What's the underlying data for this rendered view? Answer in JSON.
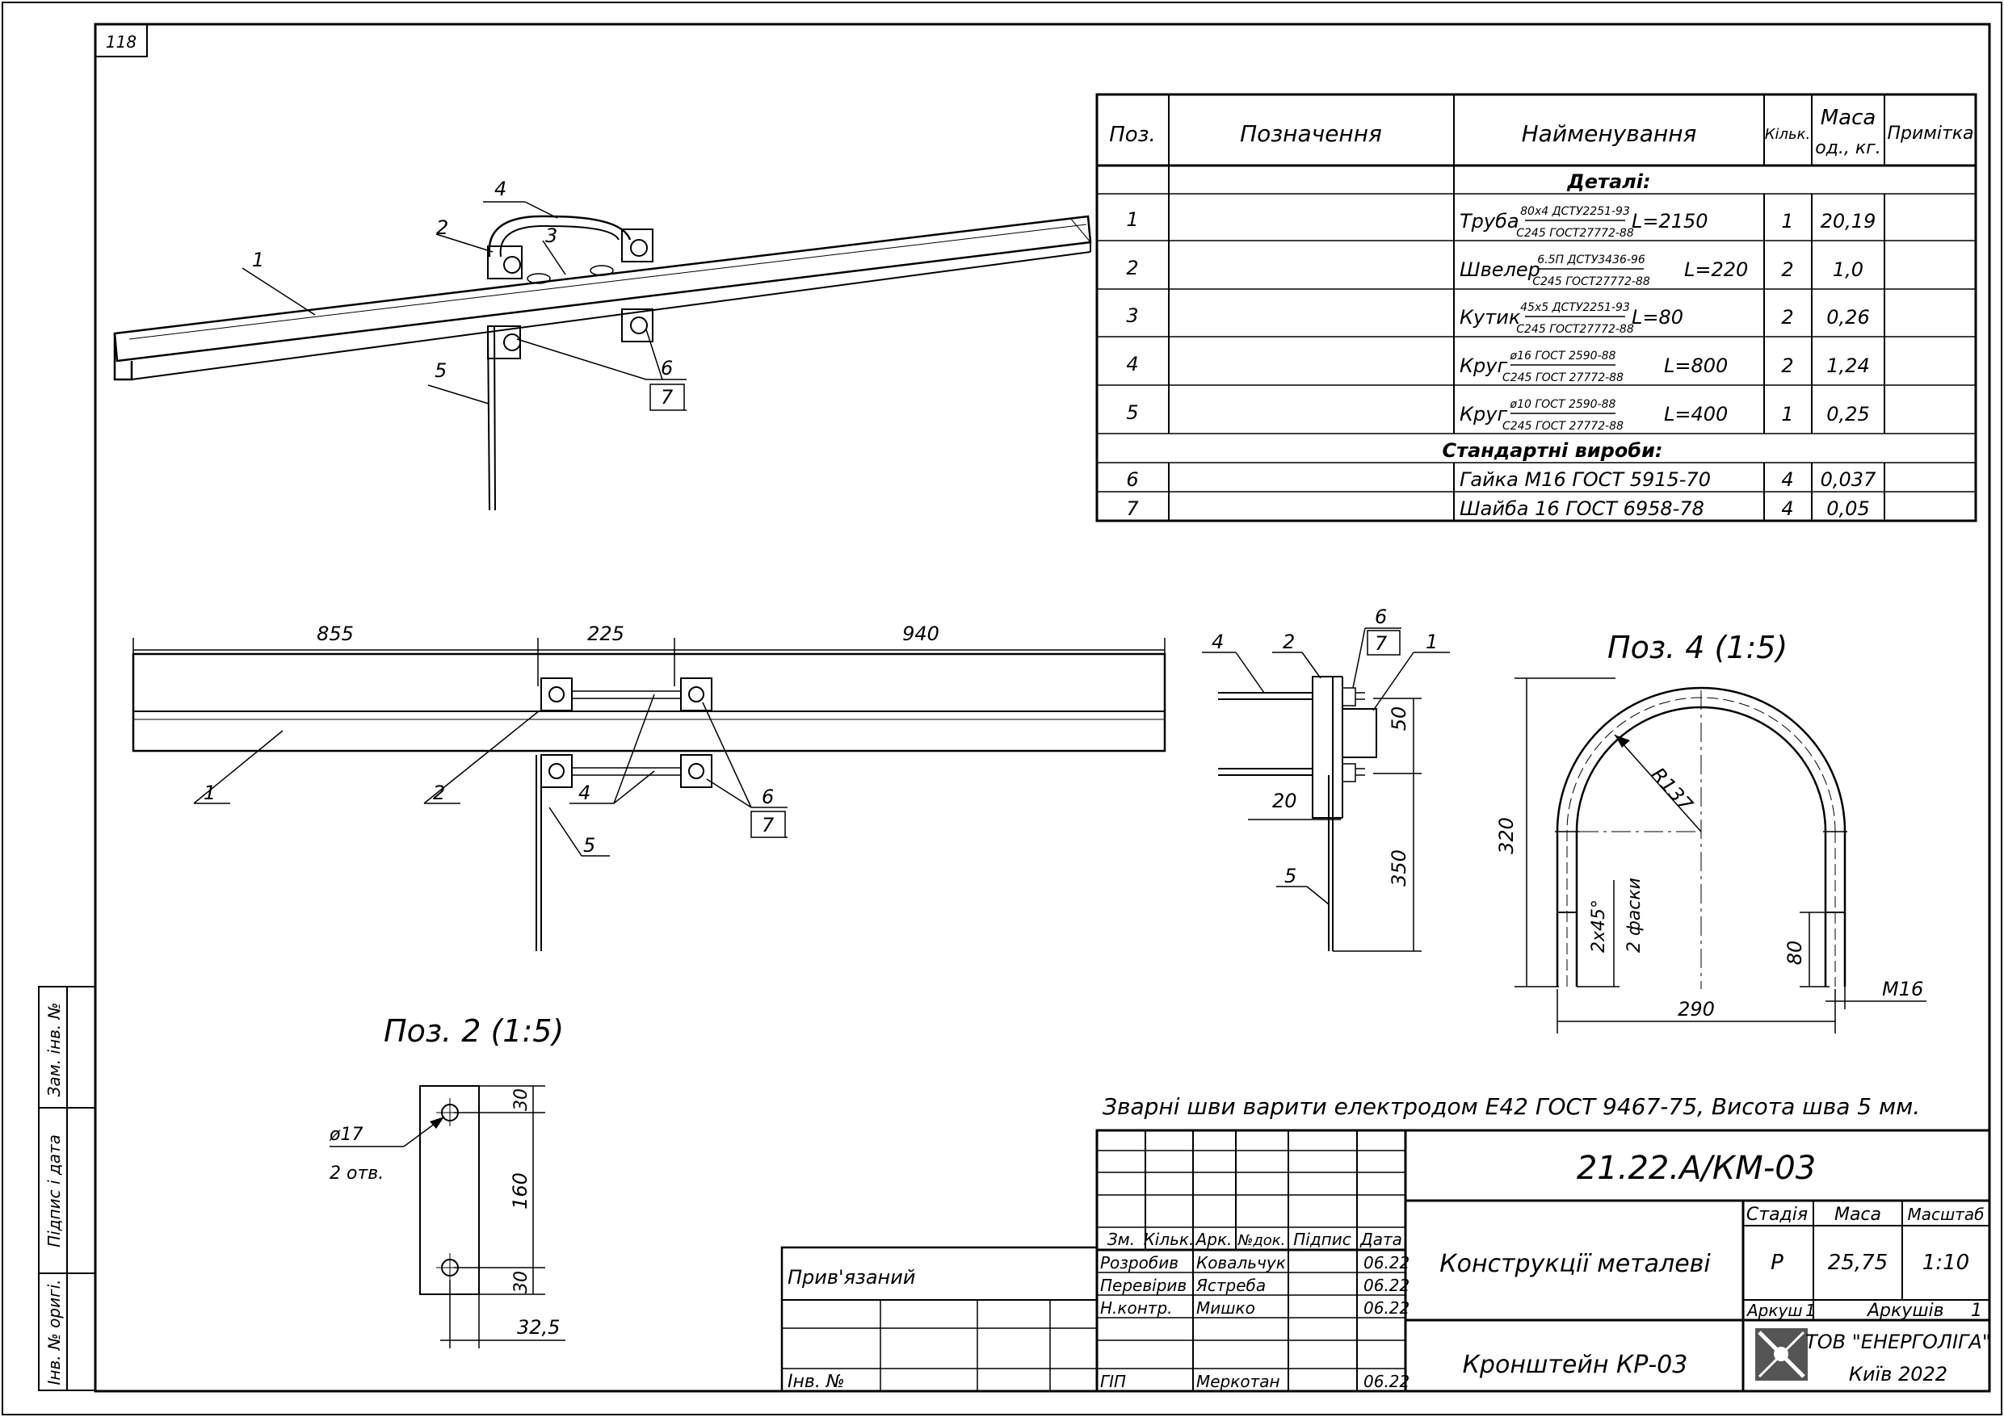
{
  "sheet_number": "118",
  "side_stamps": {
    "zam_inv": "Зам. інв. №",
    "pidpys_data": "Підпис і дата",
    "inv_orig": "Інв. № оригі."
  },
  "spec_table": {
    "headers": [
      "Поз.",
      "Позначення",
      "Найменування",
      "Кільк.",
      "Маса од., кг.",
      "Примітка"
    ],
    "mass_header_top": "Маса",
    "mass_header_bottom": "од., кг.",
    "section_parts": "Деталі:",
    "section_standard": "Стандартні вироби:",
    "rows": [
      {
        "pos": "1",
        "name": "Труба",
        "frac_top": "80х4 ДСТУ2251-93",
        "frac_bottom": "С245 ГОСТ27772-88",
        "length": "L=2150",
        "qty": "1",
        "mass": "20,19"
      },
      {
        "pos": "2",
        "name": "Швелер",
        "frac_top": "6.5П ДСТУ3436-96",
        "frac_bottom": "С245 ГОСТ27772-88",
        "length": "L=220",
        "qty": "2",
        "mass": "1,0"
      },
      {
        "pos": "3",
        "name": "Кутик",
        "frac_top": "45х5 ДСТУ2251-93",
        "frac_bottom": "С245 ГОСТ27772-88",
        "length": "L=80",
        "qty": "2",
        "mass": "0,26"
      },
      {
        "pos": "4",
        "name": "Круг",
        "frac_top": "ø16 ГОСТ 2590-88",
        "frac_bottom": "С245 ГОСТ 27772-88",
        "length": "L=800",
        "qty": "2",
        "mass": "1,24"
      },
      {
        "pos": "5",
        "name": "Круг",
        "frac_top": "ø10 ГОСТ 2590-88",
        "frac_bottom": "С245 ГОСТ 27772-88",
        "length": "L=400",
        "qty": "1",
        "mass": "0,25"
      }
    ],
    "std_rows": [
      {
        "pos": "6",
        "name": "Гайка М16 ГОСТ 5915-70",
        "qty": "4",
        "mass": "0,037"
      },
      {
        "pos": "7",
        "name": "Шайба 16 ГОСТ 6958-78",
        "qty": "4",
        "mass": "0,05"
      }
    ]
  },
  "iso_labels": [
    "1",
    "2",
    "3",
    "4",
    "5",
    "6",
    "7"
  ],
  "plan_view": {
    "dims": [
      "855",
      "225",
      "940"
    ],
    "labels": [
      "1",
      "2",
      "4",
      "5",
      "6",
      "7"
    ]
  },
  "side_view": {
    "dims": [
      "50",
      "20",
      "350"
    ],
    "labels": [
      "4",
      "2",
      "6",
      "7",
      "1",
      "5"
    ]
  },
  "pos4_view": {
    "title": "Поз. 4 (1:5)",
    "radius": "R137",
    "height": "320",
    "chamfer": "2х45°",
    "chamfer_note": "2 фаски",
    "thread_len": "80",
    "width": "290",
    "thread": "М16"
  },
  "pos2_view": {
    "title": "Поз. 2 (1:5)",
    "hole": "ø17",
    "holes_count": "2 отв.",
    "dims": [
      "30",
      "160",
      "30",
      "32,5"
    ]
  },
  "weld_note": "Зварні шви варити електродом Е42 ГОСТ 9467-75, Висота шва 5 мм.",
  "title_block": {
    "code": "21.22.А/КМ-03",
    "subject": "Конструкції металеві",
    "drawing": "Кронштейн КР-03",
    "col_headers": [
      "Зм.",
      "Кільк.",
      "Арк.",
      "№док.",
      "Підпис",
      "Дата"
    ],
    "people": [
      {
        "role": "Розробив",
        "name": "Ковальчук",
        "date": "06.22"
      },
      {
        "role": "Перевірив",
        "name": "Ястреба",
        "date": "06.22"
      },
      {
        "role": "Н.контр.",
        "name": "Мишко",
        "date": "06.22"
      },
      {
        "role": "ГІП",
        "name": "Меркотан",
        "date": "06.22"
      }
    ],
    "stage_label": "Стадія",
    "mass_label": "Маса",
    "scale_label": "Масштаб",
    "stage": "Р",
    "mass": "25,75",
    "scale": "1:10",
    "sheet_label": "Аркуш",
    "sheet": "1",
    "sheets_label": "Аркушів",
    "sheets": "1",
    "company": "ТОВ \"ЕНЕРГОЛІГА\"",
    "city": "Київ 2022",
    "privyazaniy": "Прив'язаний",
    "inv_no": "Інв. №"
  }
}
